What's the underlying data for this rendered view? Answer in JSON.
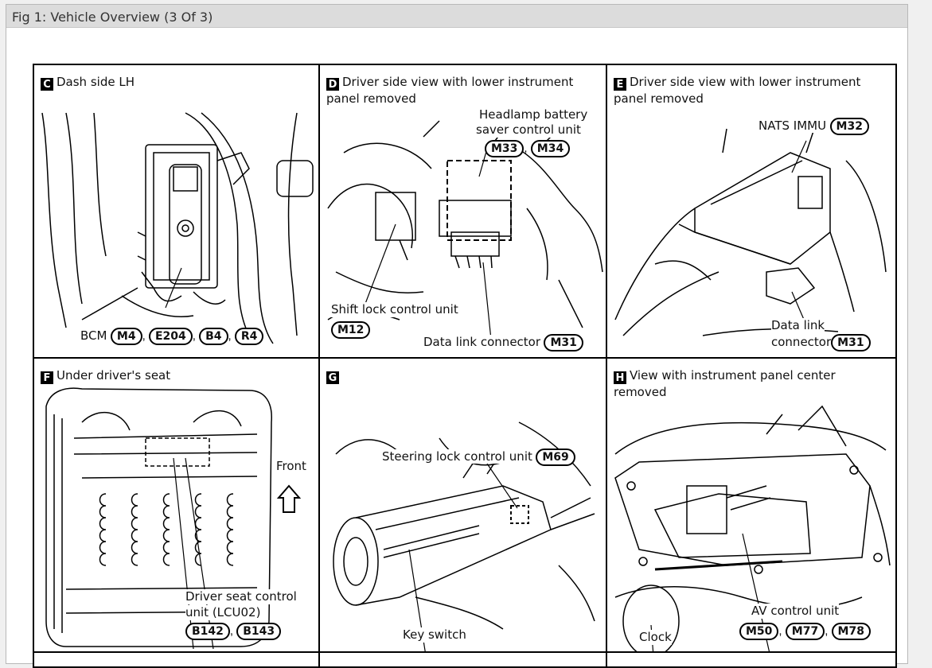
{
  "window": {
    "title": "Fig 1: Vehicle Overview (3 Of 3)"
  },
  "panels": {
    "c": {
      "badge": "C",
      "title": "Dash side LH",
      "label": "BCM",
      "connectors": [
        "M4",
        "E204",
        "B4",
        "R4"
      ]
    },
    "d": {
      "badge": "D",
      "title": "Driver side view with lower instrument panel removed",
      "headlamp_label_1": "Headlamp battery",
      "headlamp_label_2": "saver control unit",
      "headlamp_connectors": [
        "M33",
        "M34"
      ],
      "shift_label": "Shift lock control unit",
      "shift_connector": "M12",
      "dlc_label": "Data link connector",
      "dlc_connector": "M31"
    },
    "e": {
      "badge": "E",
      "title": "Driver side view with lower instrument panel removed",
      "nats_label": "NATS IMMU",
      "nats_connector": "M32",
      "dlc_label_1": "Data link",
      "dlc_label_2": "connector",
      "dlc_connector": "M31"
    },
    "f": {
      "badge": "F",
      "title": "Under driver's seat",
      "front_label": "Front",
      "seat_label_1": "Driver seat control",
      "seat_label_2": "unit (LCU02)",
      "connectors": [
        "B142",
        "B143"
      ]
    },
    "g": {
      "badge": "G",
      "title": "",
      "steering_label": "Steering lock control unit",
      "steering_connector": "M69",
      "key_label": "Key switch"
    },
    "h": {
      "badge": "H",
      "title": "View with instrument panel center removed",
      "clock_label": "Clock",
      "av_label": "AV control unit",
      "connectors": [
        "M50",
        "M77",
        "M78"
      ]
    }
  },
  "colors": {
    "titlebar": "#dcdcdc",
    "line": "#000000"
  }
}
